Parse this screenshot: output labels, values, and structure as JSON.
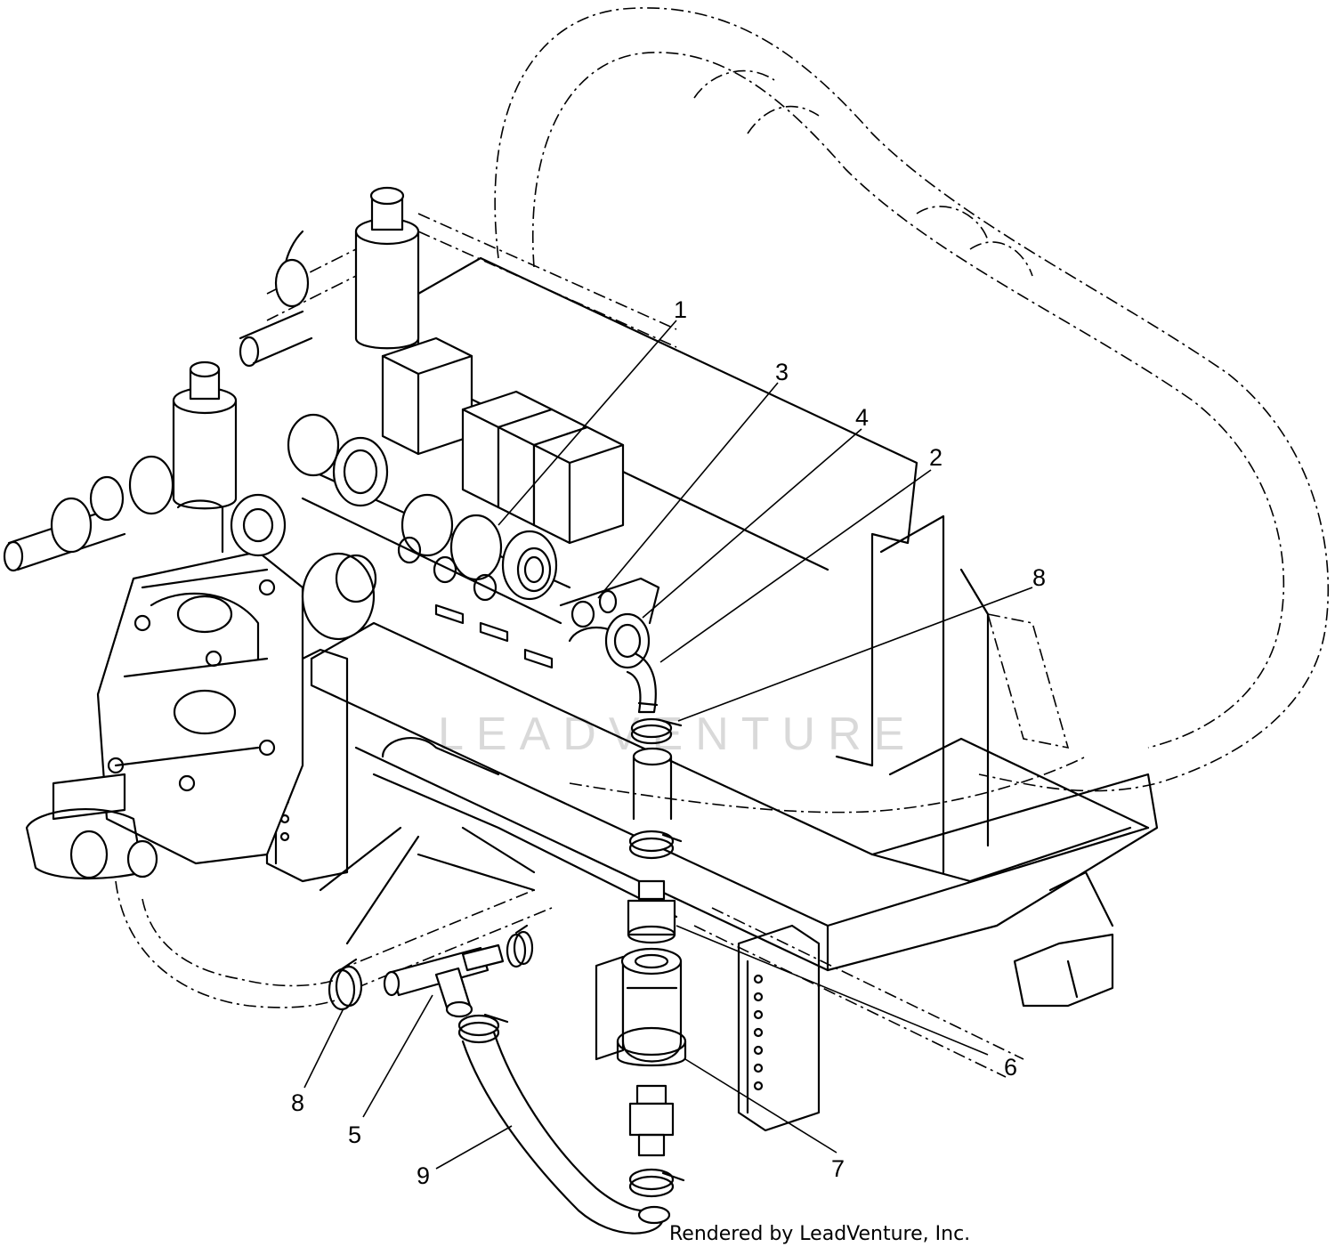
{
  "watermark": "LEADVENTURE",
  "credit": "Rendered by LeadVenture, Inc.",
  "callouts": [
    {
      "id": "c1",
      "label": "1"
    },
    {
      "id": "c3",
      "label": "3"
    },
    {
      "id": "c4",
      "label": "4"
    },
    {
      "id": "c2",
      "label": "2"
    },
    {
      "id": "c8a",
      "label": "8"
    },
    {
      "id": "c6",
      "label": "6"
    },
    {
      "id": "c7",
      "label": "7"
    },
    {
      "id": "c8b",
      "label": "8"
    },
    {
      "id": "c5",
      "label": "5"
    },
    {
      "id": "c9",
      "label": "9"
    }
  ]
}
